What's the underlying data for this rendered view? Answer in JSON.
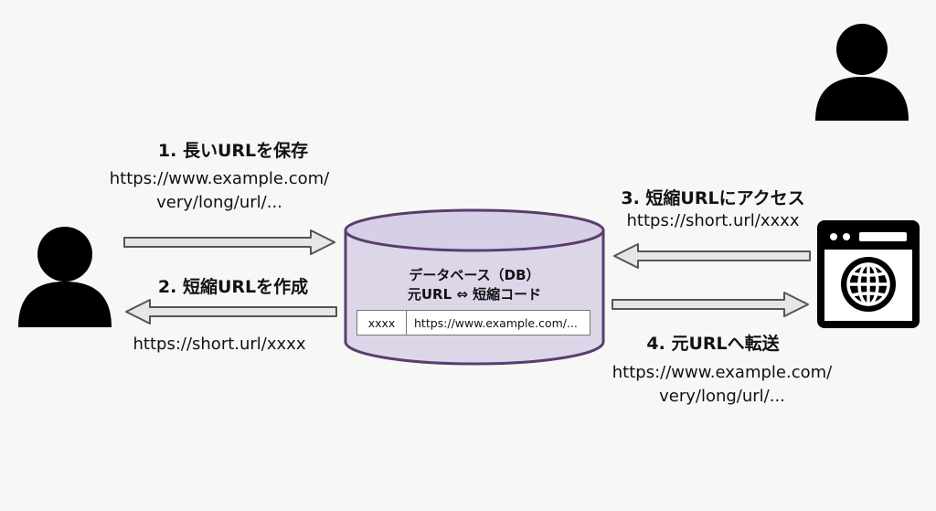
{
  "steps": {
    "store": {
      "title": "1. 長いURLを保存",
      "url_lines": [
        "https://www.example.com/",
        "very/long/url/..."
      ]
    },
    "create": {
      "title": "2. 短縮URLを作成",
      "url": "https://short.url/xxxx"
    },
    "access": {
      "title": "3. 短縮URLにアクセス",
      "url": "https://short.url/xxxx"
    },
    "redirect": {
      "title": "4. 元URLへ転送",
      "url_lines": [
        "https://www.example.com/",
        "very/long/url/..."
      ]
    }
  },
  "database": {
    "title": "データベース（DB）",
    "subtitle": "元URL ⇔ 短縮コード",
    "row": {
      "code": "xxxx",
      "url": "https://www.example.com/..."
    }
  },
  "icons": {
    "user_left": "person-icon",
    "user_right": "person-icon",
    "browser": "browser-globe-icon"
  },
  "colors": {
    "db_fill": "#ddd6e9",
    "db_stroke": "#5a3d6e",
    "arrow_fill": "#e6e6e6",
    "arrow_stroke": "#555555"
  }
}
